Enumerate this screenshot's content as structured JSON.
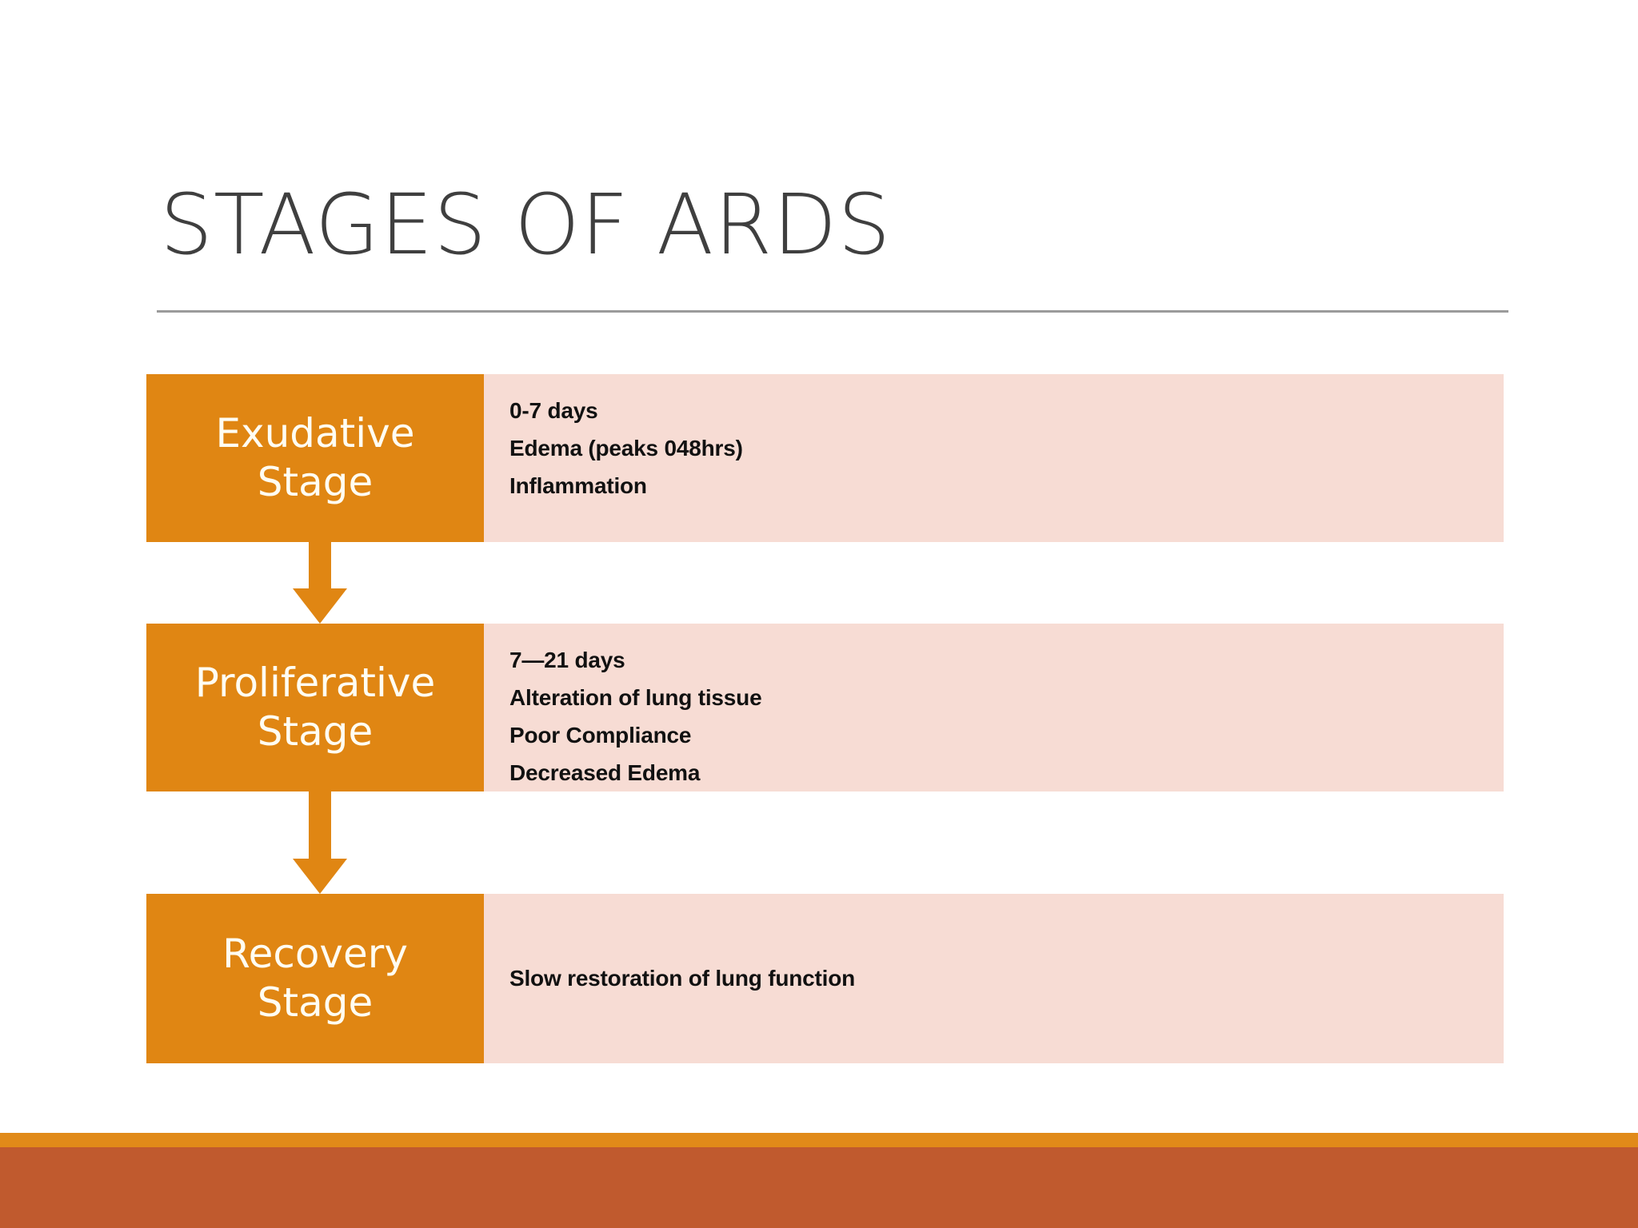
{
  "slide": {
    "title": "STAGES OF ARDS",
    "colors": {
      "stage_box": "#E08613",
      "detail_panel": "#F7DCD4",
      "stage_text": "#FFFDF2",
      "detail_text": "#111111",
      "title_text": "#3F3F3F",
      "title_rule": "#9B9B9B",
      "footer_accent": "#E18A19",
      "footer_base": "#C05A2E",
      "background": "#FFFFFF"
    }
  },
  "diagram": {
    "type": "vertical-flow",
    "connector_icon": "down-arrow-icon",
    "stages": [
      {
        "name": "Exudative Stage",
        "label_line_1": "Exudative",
        "label_line_2": "Stage",
        "details": [
          "0-7 days",
          "Edema (peaks 048hrs)",
          "Inflammation"
        ]
      },
      {
        "name": "Proliferative Stage",
        "label_line_1": "Proliferative",
        "label_line_2": "Stage",
        "details": [
          "7—21 days",
          "Alteration of lung tissue",
          "Poor Compliance",
          "Decreased Edema"
        ]
      },
      {
        "name": "Recovery Stage",
        "label_line_1": "Recovery",
        "label_line_2": "Stage",
        "details": [
          "Slow restoration of lung function"
        ]
      }
    ]
  }
}
